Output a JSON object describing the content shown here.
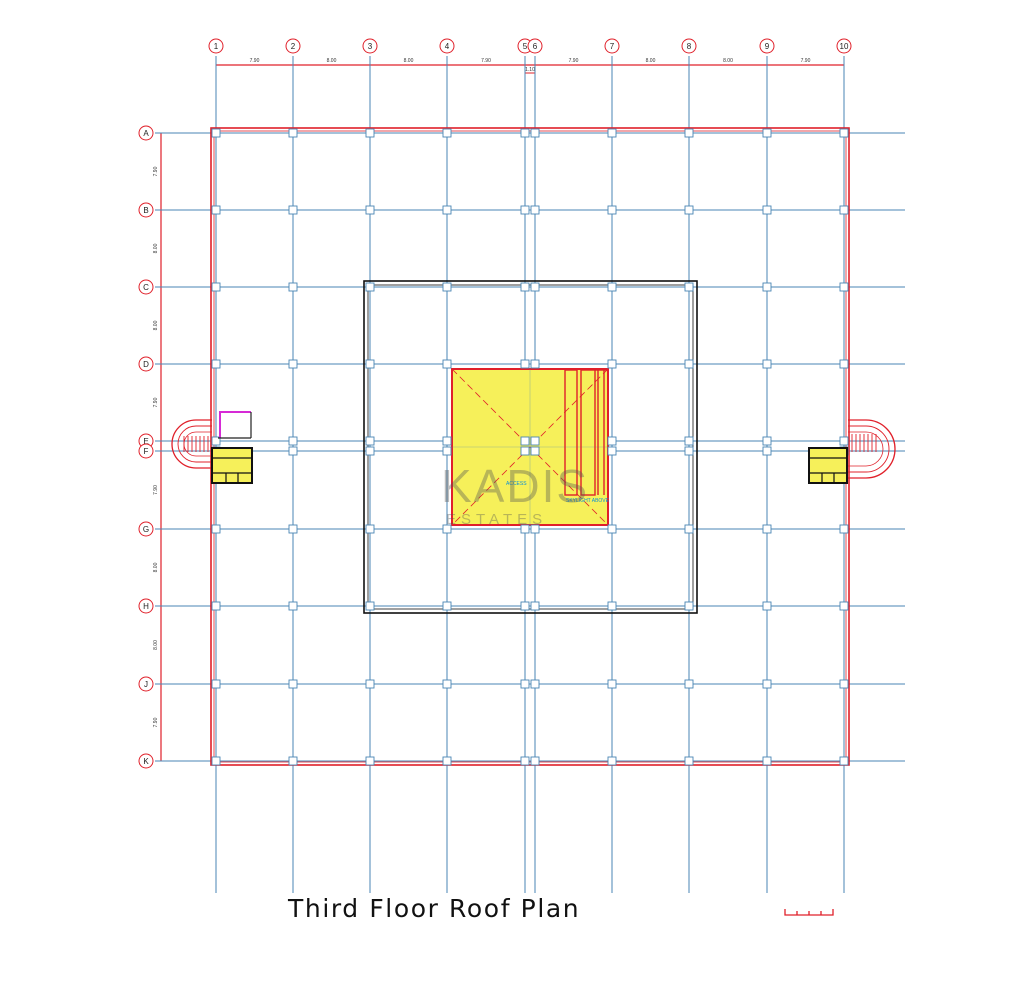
{
  "title": "Third Floor Roof Plan",
  "watermark": {
    "name": "KADIS",
    "subtitle": "ESTATES"
  },
  "grid_columns": [
    {
      "label": "1"
    },
    {
      "label": "2"
    },
    {
      "label": "3"
    },
    {
      "label": "4"
    },
    {
      "label": "5"
    },
    {
      "label": "6"
    },
    {
      "label": "7"
    },
    {
      "label": "8"
    },
    {
      "label": "9"
    },
    {
      "label": "10"
    }
  ],
  "grid_rows": [
    {
      "label": "A"
    },
    {
      "label": "B"
    },
    {
      "label": "C"
    },
    {
      "label": "D"
    },
    {
      "label": "E"
    },
    {
      "label": "F"
    },
    {
      "label": "G"
    },
    {
      "label": "H"
    },
    {
      "label": "J"
    },
    {
      "label": "K"
    }
  ],
  "column_spacings": [
    "7.90",
    "8.00",
    "8.00",
    "7.90",
    "1.10",
    "7.90",
    "8.00",
    "8.00",
    "7.90"
  ],
  "row_spacings": [
    "7.90",
    "8.00",
    "8.00",
    "7.90",
    "",
    "7.90",
    "8.00",
    "8.00",
    "7.90"
  ],
  "atrium_notes": [
    "ACCESS",
    "SKYLIGHT ABOVE"
  ],
  "colors": {
    "grid": "#4a86b4",
    "outline": "#e0202a",
    "core": "#111111",
    "atrium_fill": "#f6f05a",
    "magenta": "#d62ad6"
  }
}
